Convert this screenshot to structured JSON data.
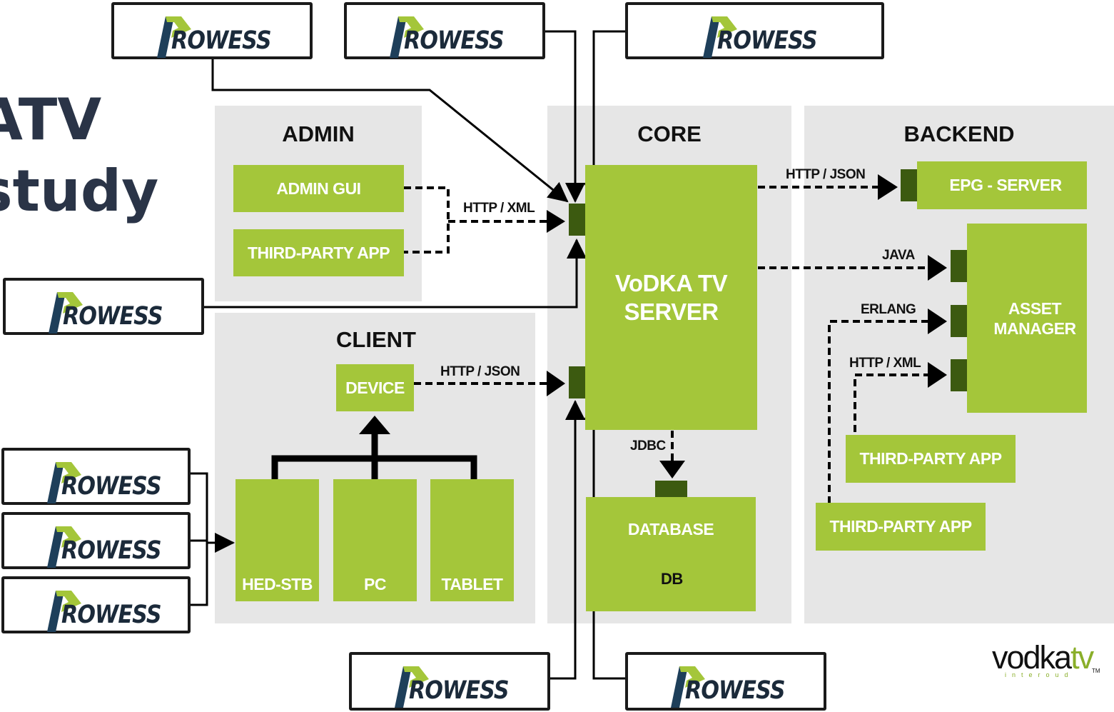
{
  "title": {
    "line1": "ATV",
    "line2": "study"
  },
  "panels": {
    "admin": "ADMIN",
    "core": "CORE",
    "backend": "BACKEND",
    "client": "CLIENT"
  },
  "boxes": {
    "admin_gui": "ADMIN GUI",
    "admin_third_party": "THIRD-PARTY APP",
    "vodka_server_line1": "VoDKA TV",
    "vodka_server_line2": "SERVER",
    "epg_server": "EPG - SERVER",
    "asset_manager_line1": "ASSET",
    "asset_manager_line2": "MANAGER",
    "backend_third_party_1": "THIRD-PARTY APP",
    "backend_third_party_2": "THIRD-PARTY APP",
    "database": "DATABASE",
    "db": "DB",
    "device": "DEVICE",
    "hed_stb": "HED-STB",
    "pc": "PC",
    "tablet": "TABLET"
  },
  "connections": {
    "admin_to_core": "HTTP / XML",
    "core_to_epg": "HTTP / JSON",
    "core_to_asset_java": "JAVA",
    "erlang": "ERLANG",
    "backend_http_xml": "HTTP / XML",
    "device_to_core": "HTTP / JSON",
    "core_to_db": "JDBC"
  },
  "prowess_label": "ROWESS",
  "logo": {
    "vodka": "vodka",
    "tv": "tv",
    "tagline": "interoud",
    "tm": "TM"
  },
  "colors": {
    "green": "#a4c63a",
    "dark_green_port": "#3c5a10",
    "panel_gray": "#e6e6e6",
    "title_navy": "#2a3447"
  }
}
